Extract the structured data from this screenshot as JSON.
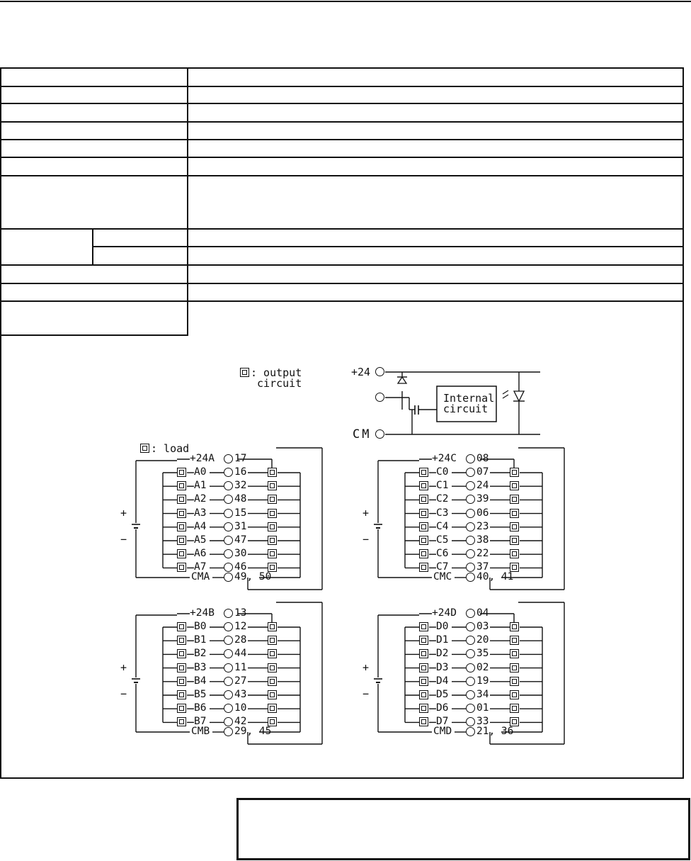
{
  "legend": {
    "output_circuit": ": output\n circuit",
    "load": ": load"
  },
  "circuit": {
    "supply": "+24",
    "common": "CM",
    "internal": "Internal\ncircuit"
  },
  "polarity": {
    "plus": "+",
    "minus": "−"
  },
  "groups": [
    {
      "id": "A",
      "supply_label": "+24A",
      "supply_pin": "17",
      "outputs": [
        {
          "label": "A0",
          "pin": "16"
        },
        {
          "label": "A1",
          "pin": "32"
        },
        {
          "label": "A2",
          "pin": "48"
        },
        {
          "label": "A3",
          "pin": "15"
        },
        {
          "label": "A4",
          "pin": "31"
        },
        {
          "label": "A5",
          "pin": "47"
        },
        {
          "label": "A6",
          "pin": "30"
        },
        {
          "label": "A7",
          "pin": "46"
        }
      ],
      "common_label": "CMA",
      "common_pin": "49, 50"
    },
    {
      "id": "C",
      "supply_label": "+24C",
      "supply_pin": "08",
      "outputs": [
        {
          "label": "C0",
          "pin": "07"
        },
        {
          "label": "C1",
          "pin": "24"
        },
        {
          "label": "C2",
          "pin": "39"
        },
        {
          "label": "C3",
          "pin": "06"
        },
        {
          "label": "C4",
          "pin": "23"
        },
        {
          "label": "C5",
          "pin": "38"
        },
        {
          "label": "C6",
          "pin": "22"
        },
        {
          "label": "C7",
          "pin": "37"
        }
      ],
      "common_label": "CMC",
      "common_pin": "40, 41"
    },
    {
      "id": "B",
      "supply_label": "+24B",
      "supply_pin": "13",
      "outputs": [
        {
          "label": "B0",
          "pin": "12"
        },
        {
          "label": "B1",
          "pin": "28"
        },
        {
          "label": "B2",
          "pin": "44"
        },
        {
          "label": "B3",
          "pin": "11"
        },
        {
          "label": "B4",
          "pin": "27"
        },
        {
          "label": "B5",
          "pin": "43"
        },
        {
          "label": "B6",
          "pin": "10"
        },
        {
          "label": "B7",
          "pin": "42"
        }
      ],
      "common_label": "CMB",
      "common_pin": "29, 45"
    },
    {
      "id": "D",
      "supply_label": "+24D",
      "supply_pin": "04",
      "outputs": [
        {
          "label": "D0",
          "pin": "03"
        },
        {
          "label": "D1",
          "pin": "20"
        },
        {
          "label": "D2",
          "pin": "35"
        },
        {
          "label": "D3",
          "pin": "02"
        },
        {
          "label": "D4",
          "pin": "19"
        },
        {
          "label": "D5",
          "pin": "34"
        },
        {
          "label": "D6",
          "pin": "01"
        },
        {
          "label": "D7",
          "pin": "33"
        }
      ],
      "common_label": "CMD",
      "common_pin": "21, 36"
    }
  ]
}
